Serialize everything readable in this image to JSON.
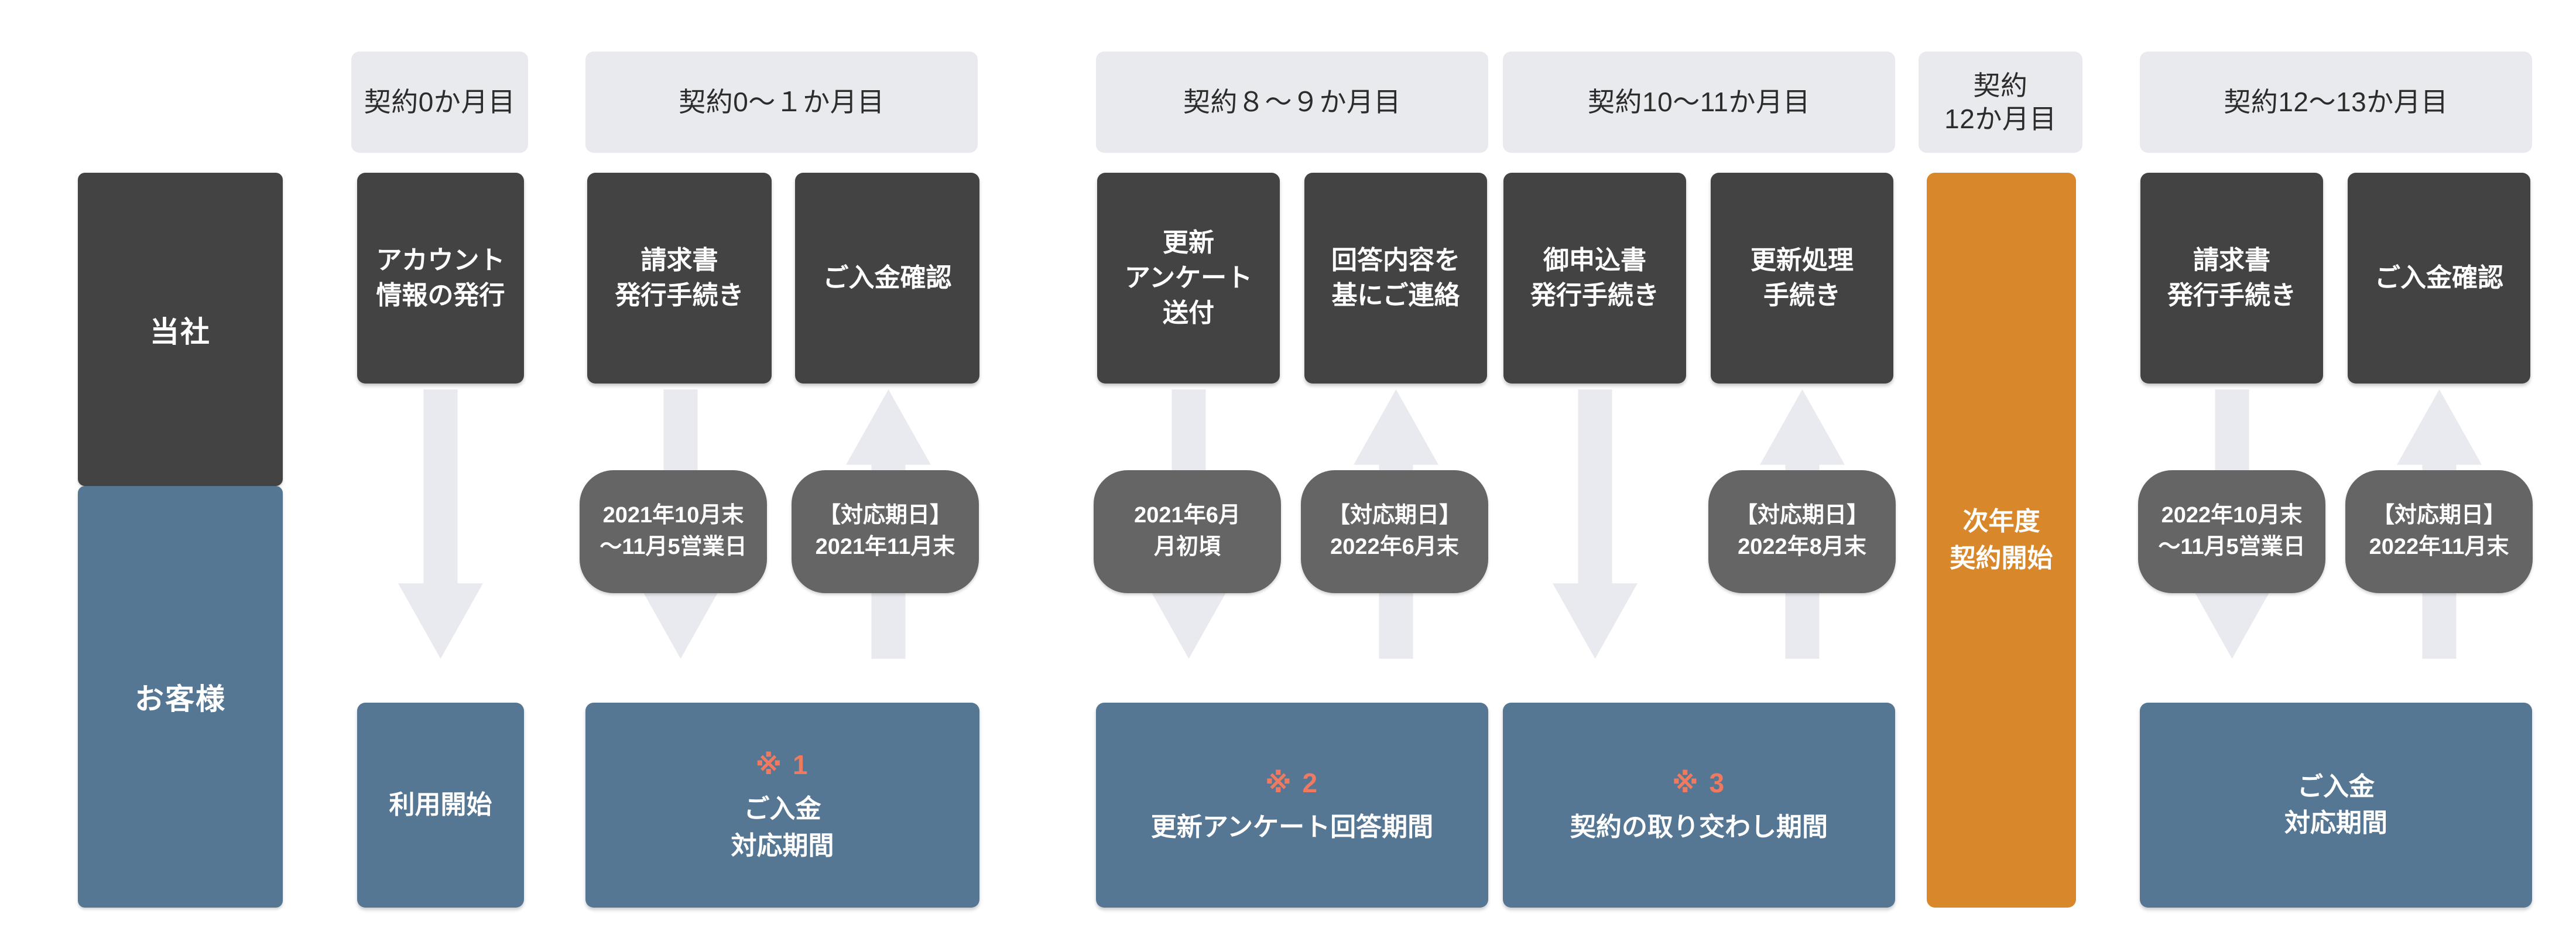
{
  "roles": {
    "company": "当社",
    "customer": "お客様"
  },
  "columns": [
    {
      "id": "month-0",
      "header": "契約0か月目",
      "tasks": [
        "アカウント\n情報の発行"
      ],
      "arrows": [
        {
          "direction": "down",
          "pill": null
        }
      ],
      "period": {
        "note": null,
        "text": "利用開始"
      }
    },
    {
      "id": "month-0-1",
      "header": "契約0〜１か月目",
      "tasks": [
        "請求書\n発行手続き",
        "ご入金確認"
      ],
      "arrows": [
        {
          "direction": "down",
          "pill": "2021年10月末\n〜11月5営業日"
        },
        {
          "direction": "up",
          "pill": "【対応期日】\n2021年11月末"
        }
      ],
      "period": {
        "note": "※ 1",
        "text": "ご入金\n対応期間"
      }
    },
    {
      "id": "month-8-9",
      "header": "契約８〜９か月目",
      "tasks": [
        "更新\nアンケート\n送付",
        "回答内容を\n基にご連絡"
      ],
      "arrows": [
        {
          "direction": "down",
          "pill": "2021年6月\n月初頃"
        },
        {
          "direction": "up",
          "pill": "【対応期日】\n2022年6月末"
        }
      ],
      "period": {
        "note": "※ 2",
        "text": "更新アンケート回答期間"
      }
    },
    {
      "id": "month-10-11",
      "header": "契約10〜11か月目",
      "tasks": [
        "御申込書\n発行手続き",
        "更新処理\n手続き"
      ],
      "arrows": [
        {
          "direction": "down",
          "pill": null
        },
        {
          "direction": "up",
          "pill": "【対応期日】\n2022年8月末"
        }
      ],
      "period": {
        "note": "※ 3",
        "text": "契約の取り交わし期間"
      }
    },
    {
      "id": "month-12",
      "header": "契約\n12か月目",
      "renewal": "次年度\n契約開始"
    },
    {
      "id": "month-12-13",
      "header": "契約12〜13か月目",
      "tasks": [
        "請求書\n発行手続き",
        "ご入金確認"
      ],
      "arrows": [
        {
          "direction": "down",
          "pill": "2022年10月末\n〜11月5営業日"
        },
        {
          "direction": "up",
          "pill": "【対応期日】\n2022年11月末"
        }
      ],
      "period": {
        "note": null,
        "text": "ご入金\n対応期間"
      }
    }
  ],
  "colors": {
    "company": "#434343",
    "customer": "#557794",
    "renewal": "#d8872a",
    "header_pill": "#e9eaee",
    "date_pill": "#656565",
    "arrow": "#e8eaef",
    "note_mark": "#f07a5f",
    "background": "#ffffff"
  }
}
